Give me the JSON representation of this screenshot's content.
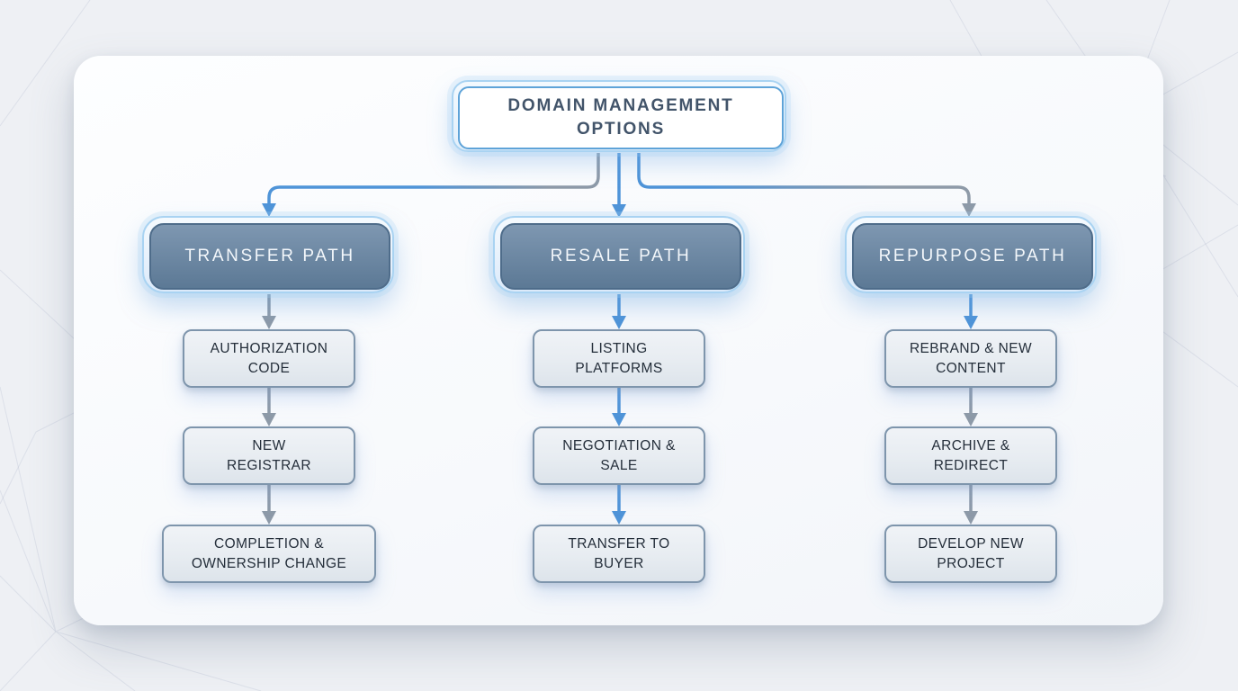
{
  "title": "Domain management options flowchart",
  "root": {
    "label": "DOMAIN MANAGEMENT\nOPTIONS"
  },
  "columns": [
    {
      "id": "transfer",
      "header": "TRANSFER PATH",
      "steps": [
        "AUTHORIZATION\nCODE",
        "NEW\nREGISTRAR",
        "COMPLETION &\nOWNERSHIP CHANGE"
      ]
    },
    {
      "id": "resale",
      "header": "RESALE PATH",
      "steps": [
        "LISTING\nPLATFORMS",
        "NEGOTIATION &\nSALE",
        "TRANSFER TO\nBUYER"
      ]
    },
    {
      "id": "repurpose",
      "header": "REPURPOSE PATH",
      "steps": [
        "REBRAND & NEW\nCONTENT",
        "ARCHIVE &\nREDIRECT",
        "DEVELOP NEW\nPROJECT"
      ]
    }
  ],
  "colors": {
    "page-bg": "#eef0f4",
    "accent-blue": "#4f94d8",
    "connector-gray": "#8e9aa8",
    "ring-blue": "#a9d3f2",
    "root-border": "#5ea3d8",
    "root-text": "#42546a",
    "header-top": "#7e97b1",
    "header-bottom": "#5c7995",
    "header-border": "#4e6c8a",
    "box-border": "#7e95ac",
    "text-dark": "#242e3a"
  }
}
